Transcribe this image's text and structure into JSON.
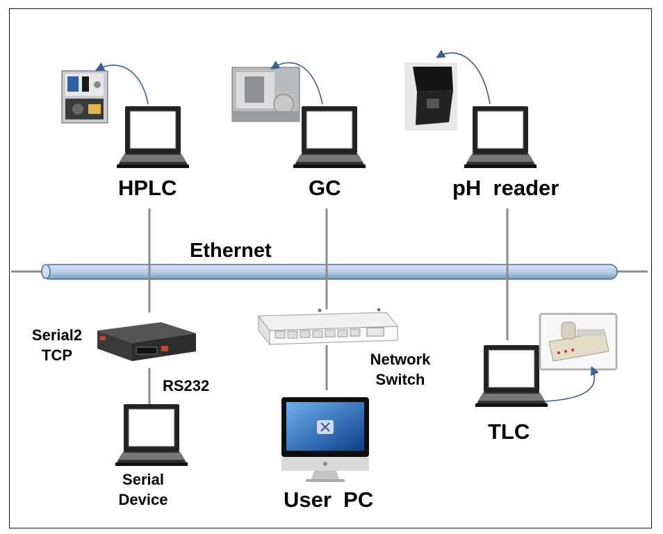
{
  "labels": {
    "hplc": "HPLC",
    "gc": "GC",
    "ph_reader": "pH  reader",
    "ethernet": "Ethernet",
    "serial2_line1": "Serial2",
    "serial2_line2": "TCP",
    "rs232": "RS232",
    "network_switch_line1": "Network",
    "network_switch_line2": "Switch",
    "serial_device_line1": "Serial",
    "serial_device_line2": "Device",
    "user_pc": "User  PC",
    "tlc": "TLC"
  },
  "colors": {
    "ethernet_fill": "#b9cde5",
    "ethernet_stroke": "#4a6a96",
    "link_line": "#8c8c8c",
    "arrow": "#3a5d8f",
    "frame": "#111111"
  }
}
